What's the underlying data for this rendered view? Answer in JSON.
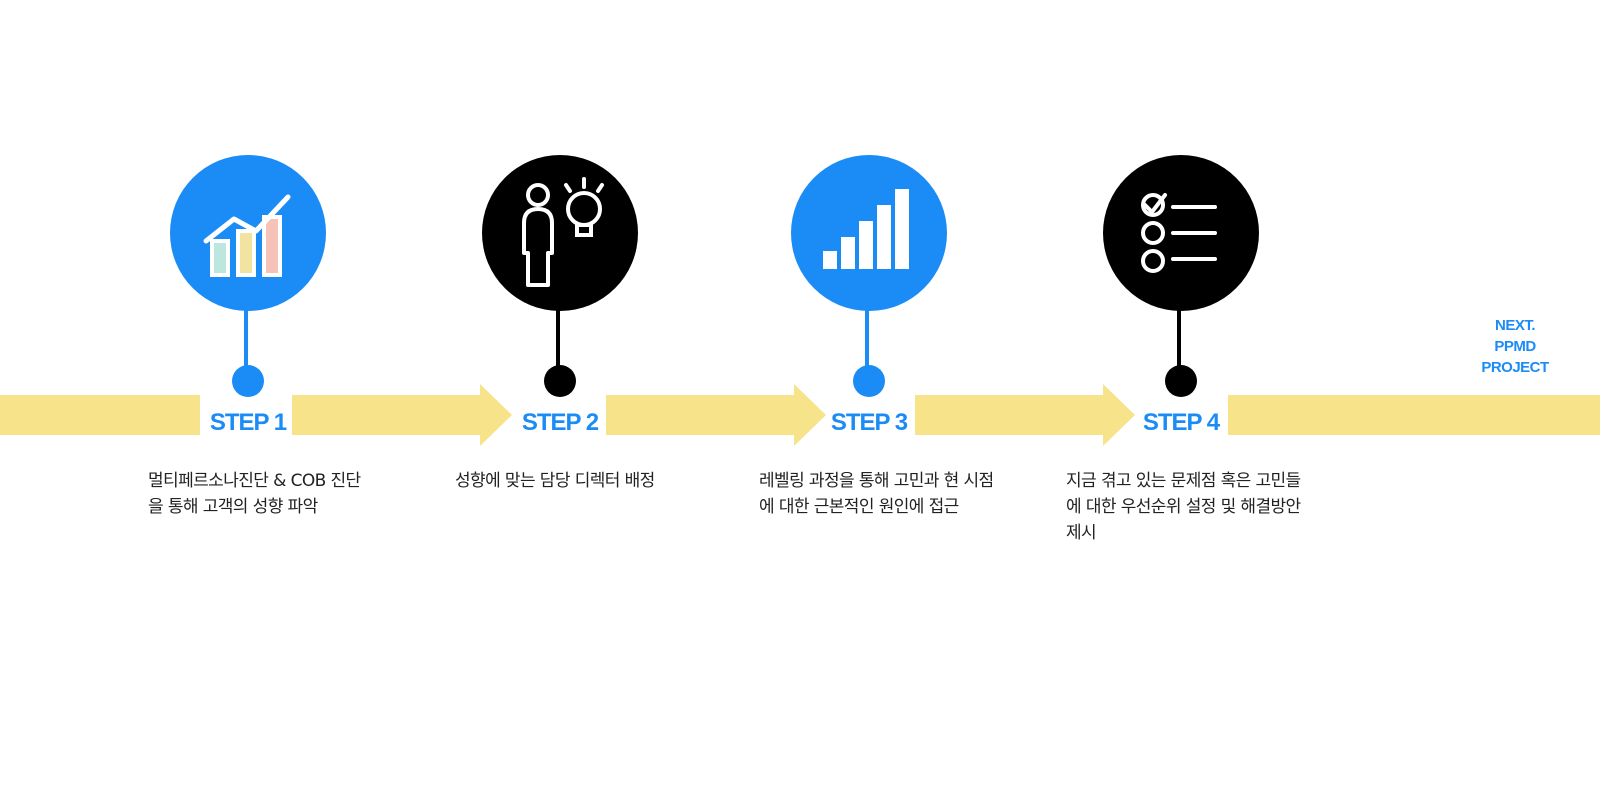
{
  "colors": {
    "accent": "#1b8cf5",
    "dark": "#000000",
    "band": "#f7e38a",
    "text": "#222222"
  },
  "steps": [
    {
      "label": "STEP 1",
      "icon": "growth-chart-icon",
      "circle_color": "blue",
      "desc_line1": "멀티페르소나진단 & COB 진단",
      "desc_line2": "을 통해 고객의 성향 파악"
    },
    {
      "label": "STEP 2",
      "icon": "person-lightbulb-icon",
      "circle_color": "black",
      "desc_line1": "성향에 맞는 담당 디렉터 배정",
      "desc_line2": ""
    },
    {
      "label": "STEP 3",
      "icon": "bar-levels-icon",
      "circle_color": "blue",
      "desc_line1": "레벨링 과정을 통해 고민과 현 시점",
      "desc_line2": "에 대한 근본적인 원인에 접근"
    },
    {
      "label": "STEP 4",
      "icon": "checklist-icon",
      "circle_color": "black",
      "desc_line1": "지금 겪고 있는 문제점 혹은 고민들",
      "desc_line2": "에 대한 우선순위 설정 및 해결방안",
      "desc_line3": "제시"
    }
  ],
  "next": {
    "line1": "NEXT.",
    "line2": "PPMD",
    "line3": "PROJECT"
  }
}
